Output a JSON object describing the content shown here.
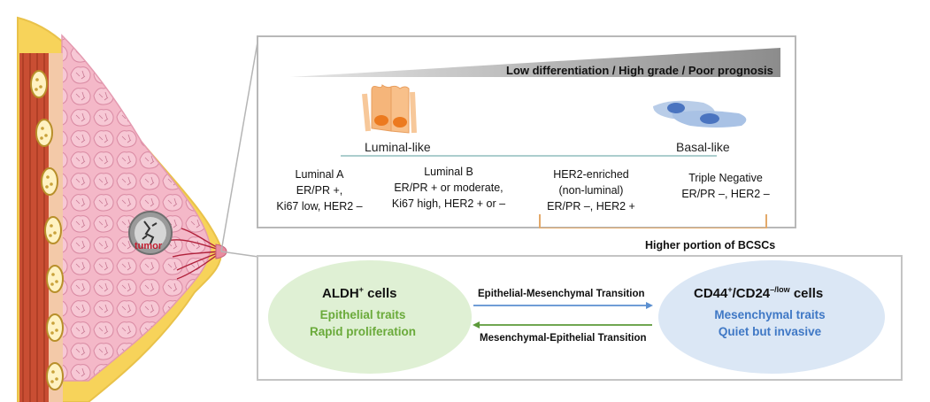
{
  "gradient_label": "Low differentiation / High grade / Poor prognosis",
  "tumor_label": "tumor",
  "luminal_like": "Luminal-like",
  "basal_like": "Basal-like",
  "subtypes": [
    {
      "name": "Luminal A",
      "line2": "ER/PR +,",
      "line3": "Ki67 low, HER2 –"
    },
    {
      "name": "Luminal B",
      "line2": "ER/PR + or moderate,",
      "line3": "Ki67 high, HER2 + or –"
    },
    {
      "name": "HER2-enriched",
      "line2": "(non-luminal)",
      "line3": "ER/PR –, HER2 +"
    },
    {
      "name": "Triple Negative",
      "line2": "",
      "line3": "ER/PR –, HER2 –"
    }
  ],
  "bcsc_label": "Higher portion of BCSCs",
  "aldh": {
    "title_base": "ALDH",
    "title_sup": "+",
    "title_rest": " cells",
    "trait1": "Epithelial traits",
    "trait2": "Rapid proliferation"
  },
  "cd44": {
    "title_a": "CD44",
    "sup_a": "+",
    "title_b": "/CD24",
    "sup_b": "–/low",
    "title_c": " cells",
    "trait1": "Mesenchymal traits",
    "trait2": "Quiet but invasive"
  },
  "emt_label": "Epithelial-Mesenchymal Transition",
  "met_label": "Mesenchymal-Epithelial Transition",
  "colors": {
    "aldh_fill": "#dff0d4",
    "aldh_text": "#6aaa3a",
    "cd44_fill": "#dbe7f5",
    "cd44_text": "#3f78c5",
    "emt_arrow": "#5b8fd0",
    "met_arrow": "#5c9a3a",
    "bracket": "#e3a96a",
    "wedge": "#8c8c8c"
  }
}
